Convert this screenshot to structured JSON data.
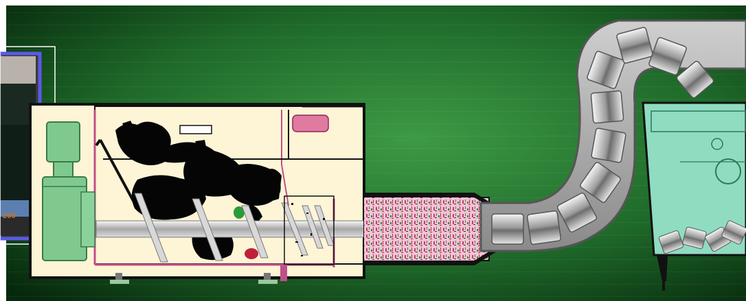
{
  "scene": {
    "title": "",
    "colors": {
      "background_dark": "#0b3a14",
      "background_mid": "#2b7a34",
      "machine_body": "#fdf5d6",
      "machine_outline": "#111111",
      "trim_pink": "#c0508a",
      "indicator_pink": "#e07aa0",
      "motor_green": "#7fc98f",
      "conveyor_tube": "#a9a9a9",
      "bin_green": "#8fdcc0",
      "inset_frame": "#5a5ae6"
    },
    "inset_photo": {
      "caption_fragment": "200"
    },
    "components": [
      {
        "name": "drive-motor",
        "icon": "motor-icon"
      },
      {
        "name": "waste-hopper",
        "icon": "hopper-icon"
      },
      {
        "name": "auger-screw",
        "icon": "auger-icon"
      },
      {
        "name": "compression-cone",
        "icon": "cone-icon"
      },
      {
        "name": "discharge-tube",
        "icon": "tube-icon"
      },
      {
        "name": "collection-bin",
        "icon": "bin-icon"
      }
    ]
  }
}
